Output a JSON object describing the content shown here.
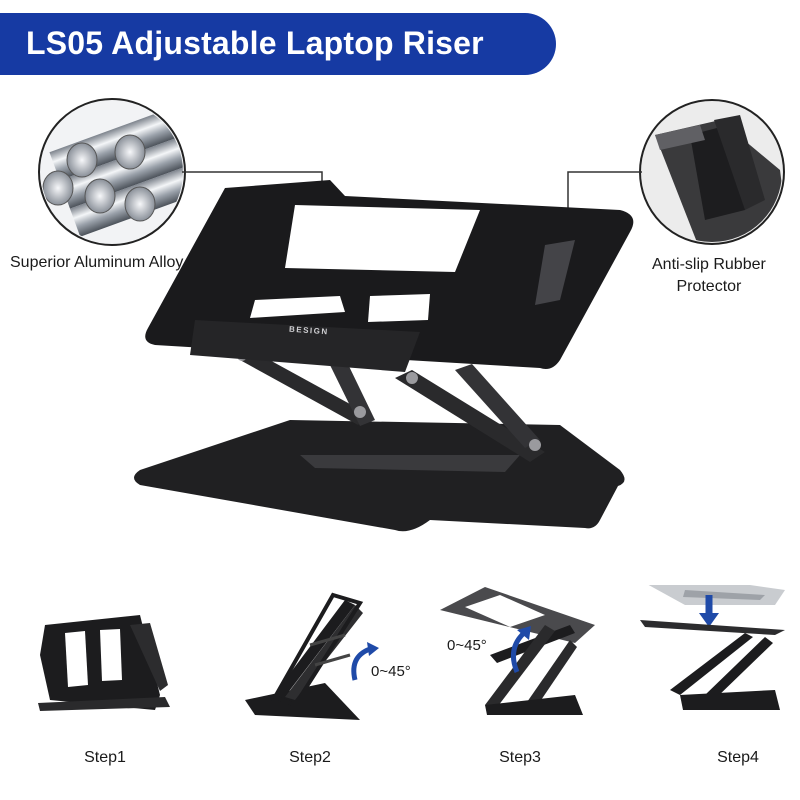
{
  "header": {
    "title": "LS05 Adjustable Laptop Riser"
  },
  "callouts": {
    "alloy": {
      "label": "Superior Aluminum Alloy"
    },
    "rubber": {
      "label_line1": "Anti-slip Rubber",
      "label_line2": "Protector"
    }
  },
  "product": {
    "brand": "BESIGN"
  },
  "steps": [
    {
      "label": "Step1"
    },
    {
      "label": "Step2",
      "angle": "0~45°"
    },
    {
      "label": "Step3",
      "angle": "0~45°"
    },
    {
      "label": "Step4"
    }
  ],
  "colors": {
    "banner": "#163aa3",
    "product": "#1c1c1e",
    "callout_line": "#333333",
    "arrow": "#1f4aa8"
  }
}
